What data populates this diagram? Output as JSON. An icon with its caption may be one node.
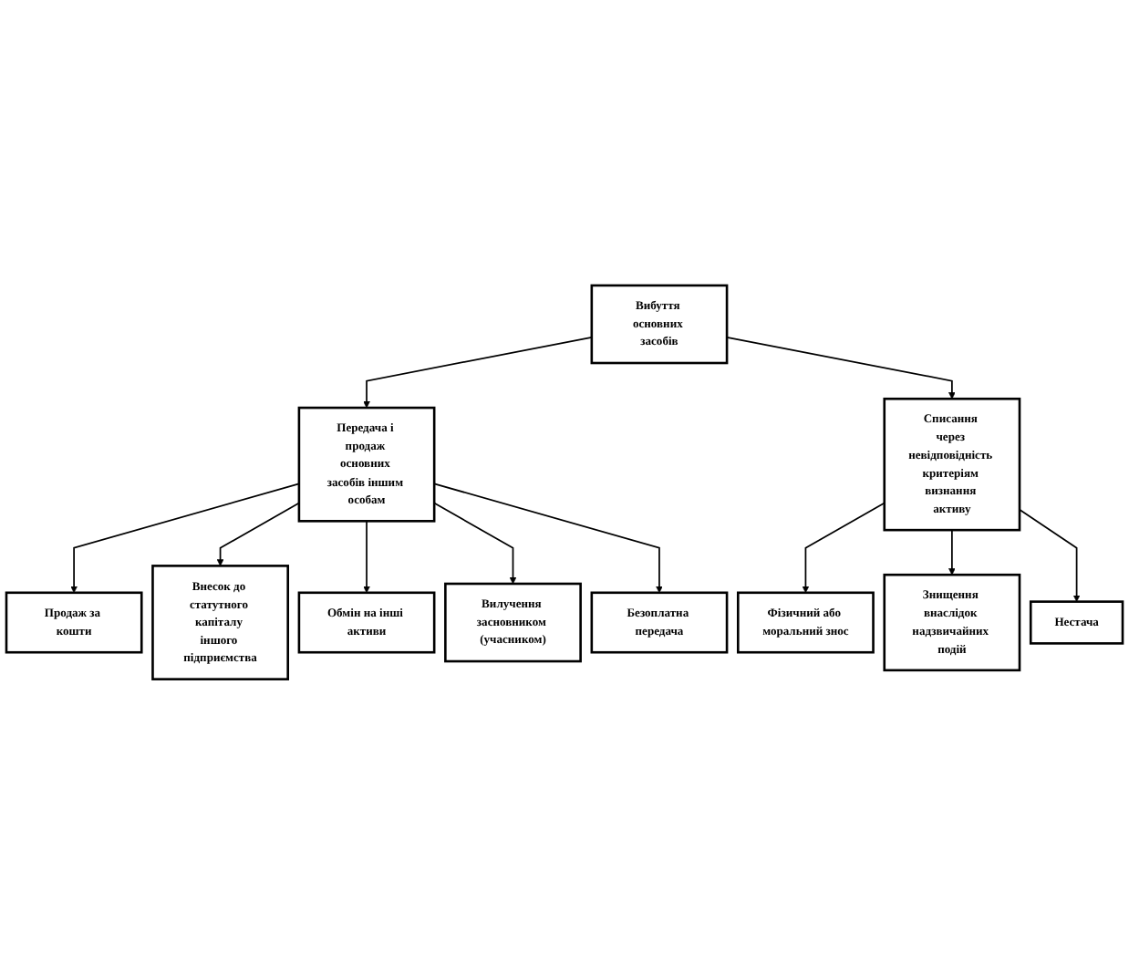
{
  "diagram": {
    "nodes": [
      {
        "text": [
          "Вибуття основних засобів"
        ]
      },
      {
        "text": [
          "Передача і продаж основних засобів іншим особам"
        ]
      },
      {
        "text": [
          "Списання через невідповідність критеріям визнання активу"
        ]
      },
      {
        "text": [
          "Продаж за кошти"
        ]
      },
      {
        "text": [
          "Внесок до статутного капіталу іншого підприємства"
        ]
      },
      {
        "text": [
          "Обмін на інші активи"
        ]
      },
      {
        "text": [
          "Вилучення засновником (учасником)"
        ]
      },
      {
        "text": [
          "Безоплатна передача"
        ]
      },
      {
        "text": [
          "Фізичний або моральний знос"
        ]
      },
      {
        "text": [
          "Знищення внаслідок надзвичайних подій"
        ]
      },
      {
        "text": [
          "Нестача"
        ]
      }
    ],
    "edges": [
      {
        "from": 0,
        "to": 1,
        "arrow": "to"
      },
      {
        "from": 0,
        "to": 2,
        "arrow": "to"
      },
      {
        "from": 1,
        "to": 3,
        "arrow": "to"
      },
      {
        "from": 1,
        "to": 4,
        "arrow": "to"
      },
      {
        "from": 1,
        "to": 5,
        "arrow": "to"
      },
      {
        "from": 1,
        "to": 6,
        "arrow": "to"
      },
      {
        "from": 1,
        "to": 7,
        "arrow": "to"
      },
      {
        "from": 2,
        "to": 8,
        "arrow": "to"
      },
      {
        "from": 2,
        "to": 9,
        "arrow": "to"
      },
      {
        "from": 2,
        "to": 10,
        "arrow": "to"
      }
    ]
  }
}
